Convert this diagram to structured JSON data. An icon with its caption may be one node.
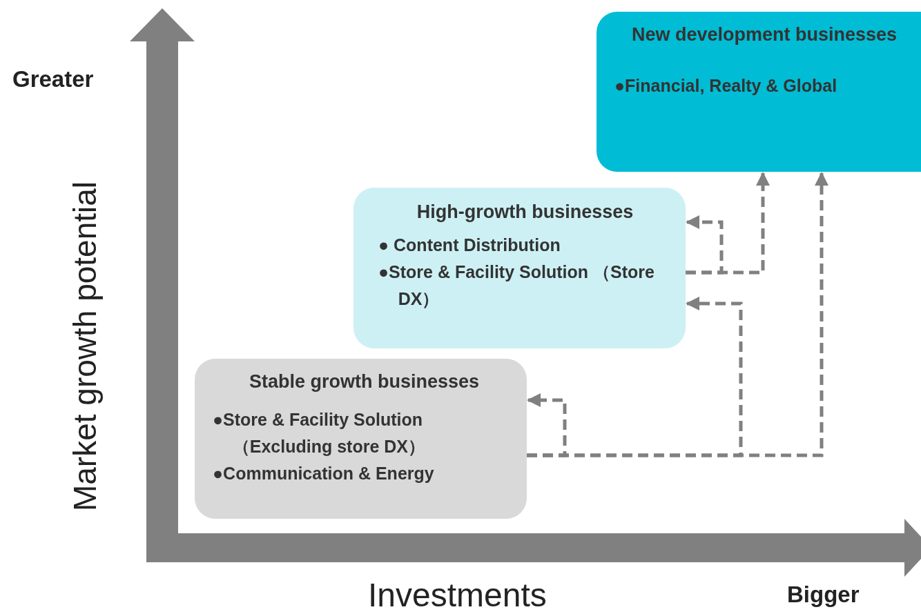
{
  "diagram": {
    "nodes": [
      {
        "text": [
          "New development businesses",
          "●Financial, Realty & Global"
        ]
      },
      {
        "text": [
          "High-growth businesses",
          "● Content Distribution",
          "●Store & Facility Solution （Store DX）"
        ]
      },
      {
        "text": [
          "Stable growth businesses",
          "●Store & Facility Solution （Excluding store DX）",
          "●Communication & Energy"
        ]
      }
    ],
    "edges": [
      {
        "from": 1,
        "to": 1,
        "arrow": "to",
        "style": "dashed"
      },
      {
        "from": 1,
        "to": 0,
        "arrow": "to",
        "style": "dashed"
      },
      {
        "from": 2,
        "to": 2,
        "arrow": "to",
        "style": "dashed"
      },
      {
        "from": 2,
        "to": 1,
        "arrow": "to",
        "style": "dashed"
      },
      {
        "from": 2,
        "to": 0,
        "arrow": "to",
        "style": "dashed"
      }
    ],
    "labels": [
      "Greater",
      "Market growth potential",
      "Investments",
      "Bigger"
    ]
  }
}
